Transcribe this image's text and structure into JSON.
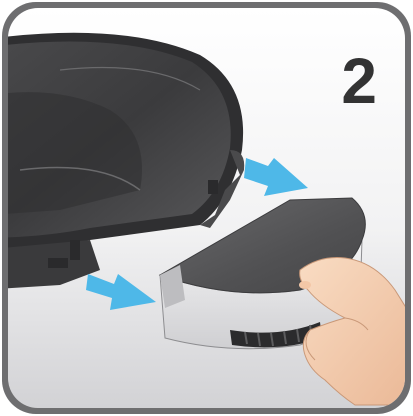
{
  "step": {
    "number": "2"
  },
  "colors": {
    "frame": "#6e6e70",
    "background_top": "#ffffff",
    "background_bottom": "#d4d4d6",
    "step_text": "#333333",
    "arrow": "#4eb8e8",
    "robot_body": "#3a3a3c",
    "tray_top": "#5a5a5c",
    "tray_side": "#e8e8ea",
    "hand": "#f6cfb0"
  },
  "illustration": {
    "subject": "robot-vacuum",
    "action": "remove-dust-bin",
    "arrow_count": 2
  }
}
